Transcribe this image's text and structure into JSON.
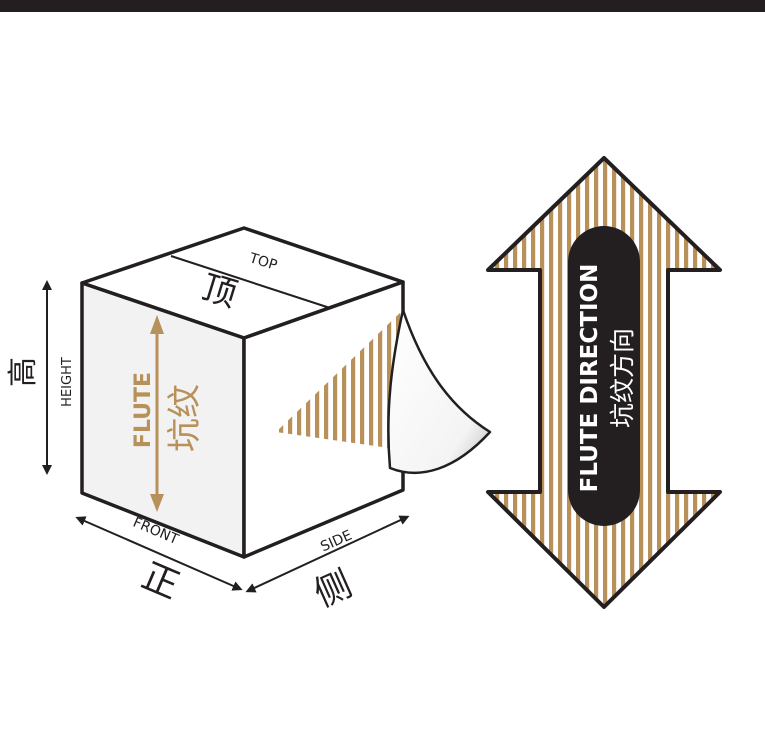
{
  "box": {
    "top_en": "TOP",
    "top_zh": "顶",
    "height_en": "HEIGHT",
    "height_zh": "高",
    "front_en": "FRONT",
    "front_zh": "正",
    "side_en": "SIDE",
    "side_zh": "侧",
    "flute_en": "FLUTE",
    "flute_zh": "坑纹"
  },
  "arrow": {
    "label_en": "FLUTE DIRECTION",
    "label_zh": "坑纹方向"
  },
  "colors": {
    "ink": "#231f20",
    "gold": "#b8905a",
    "face_light": "#f2f2f2",
    "face_white": "#ffffff"
  }
}
